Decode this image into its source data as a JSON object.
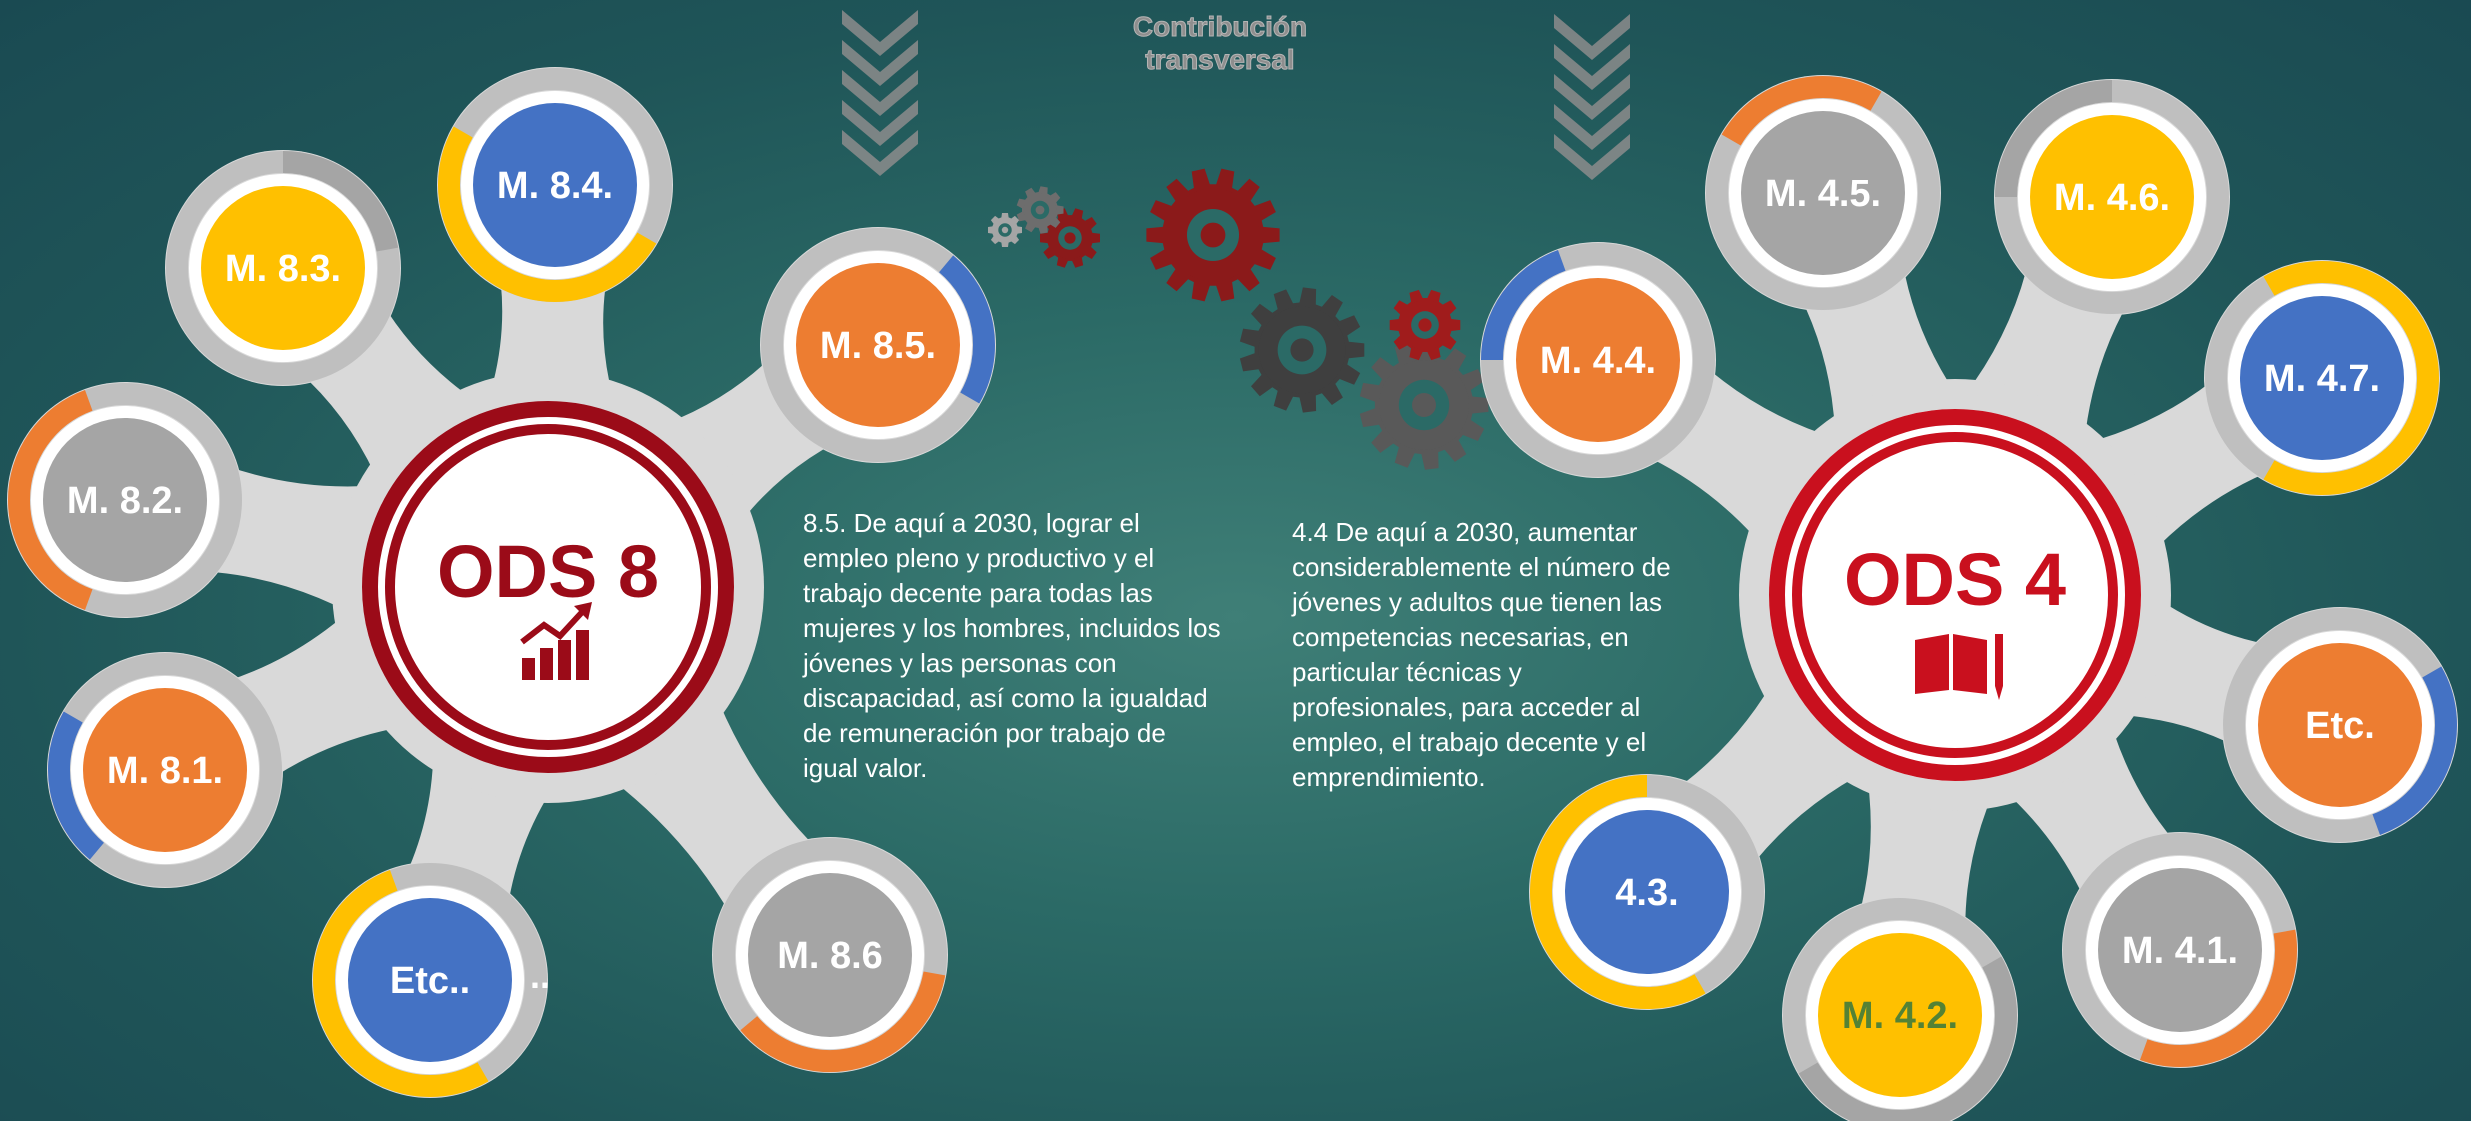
{
  "header": {
    "line1": "Contribución",
    "line2": "transversal"
  },
  "ods8": {
    "hub_label": "ODS 8",
    "hub_icon": "growth-chart-icon",
    "hub_ring_color": "#9b0b18",
    "description": "8.5. De aquí a 2030, lograr el empleo pleno y productivo y el trabajo decente para todas las mujeres y los hombres, incluidos los jóvenes y las personas con discapacidad, así como la igualdad de remuneración por trabajo de igual valor.",
    "nodes": [
      {
        "id": "m84",
        "label": "M. 8.4.",
        "fill": "#4472c4",
        "accent": "#ffc000",
        "text_color": "#ffffff"
      },
      {
        "id": "m83",
        "label": "M. 8.3.",
        "fill": "#ffc000",
        "accent": "#a5a5a5",
        "text_color": "#ffffff"
      },
      {
        "id": "m85",
        "label": "M. 8.5.",
        "fill": "#ed7d31",
        "accent": "#4472c4",
        "text_color": "#ffffff"
      },
      {
        "id": "m82",
        "label": "M. 8.2.",
        "fill": "#a5a5a5",
        "accent": "#ed7d31",
        "text_color": "#ffffff"
      },
      {
        "id": "m81",
        "label": "M. 8.1.",
        "fill": "#ed7d31",
        "accent": "#4472c4",
        "text_color": "#ffffff"
      },
      {
        "id": "etc8",
        "label": "Etc..",
        "fill": "#4472c4",
        "accent": "#ffc000",
        "text_color": "#ffffff"
      },
      {
        "id": "m86",
        "label": "M. 8.6",
        "fill": "#a5a5a5",
        "accent": "#ed7d31",
        "text_color": "#ffffff"
      }
    ],
    "trailing_dots": ".."
  },
  "ods4": {
    "hub_label": "ODS 4",
    "hub_icon": "book-pencil-icon",
    "hub_ring_color": "#c9101e",
    "description": "4.4 De aquí a 2030, aumentar considerablemente el número de jóvenes y adultos que tienen las competencias necesarias, en particular técnicas y profesionales, para acceder al empleo, el trabajo decente y el emprendimiento.",
    "nodes": [
      {
        "id": "m45",
        "label": "M. 4.5.",
        "fill": "#a5a5a5",
        "accent": "#ed7d31",
        "text_color": "#ffffff"
      },
      {
        "id": "m46",
        "label": "M. 4.6.",
        "fill": "#ffc000",
        "accent": "#a5a5a5",
        "text_color": "#ffffff"
      },
      {
        "id": "m44",
        "label": "M. 4.4.",
        "fill": "#ed7d31",
        "accent": "#4472c4",
        "text_color": "#ffffff"
      },
      {
        "id": "m47",
        "label": "M. 4.7.",
        "fill": "#4472c4",
        "accent": "#ffc000",
        "text_color": "#ffffff"
      },
      {
        "id": "etc4",
        "label": "Etc.",
        "fill": "#ed7d31",
        "accent": "#4472c4",
        "text_color": "#ffffff"
      },
      {
        "id": "m43",
        "label": "4.3.",
        "fill": "#4472c4",
        "accent": "#ffc000",
        "text_color": "#ffffff"
      },
      {
        "id": "m42",
        "label": "M. 4.2.",
        "fill": "#ffc000",
        "accent": "#a5a5a5",
        "text_color": "#548235"
      },
      {
        "id": "m41",
        "label": "M. 4.1.",
        "fill": "#a5a5a5",
        "accent": "#ed7d31",
        "text_color": "#ffffff"
      }
    ]
  },
  "decor": {
    "chevron_color": "#8c8c8c",
    "gear_colors": [
      "#8b1a1a",
      "#a5a5a5",
      "#4a4a4a"
    ],
    "petal_color": "#d9d9d9"
  }
}
